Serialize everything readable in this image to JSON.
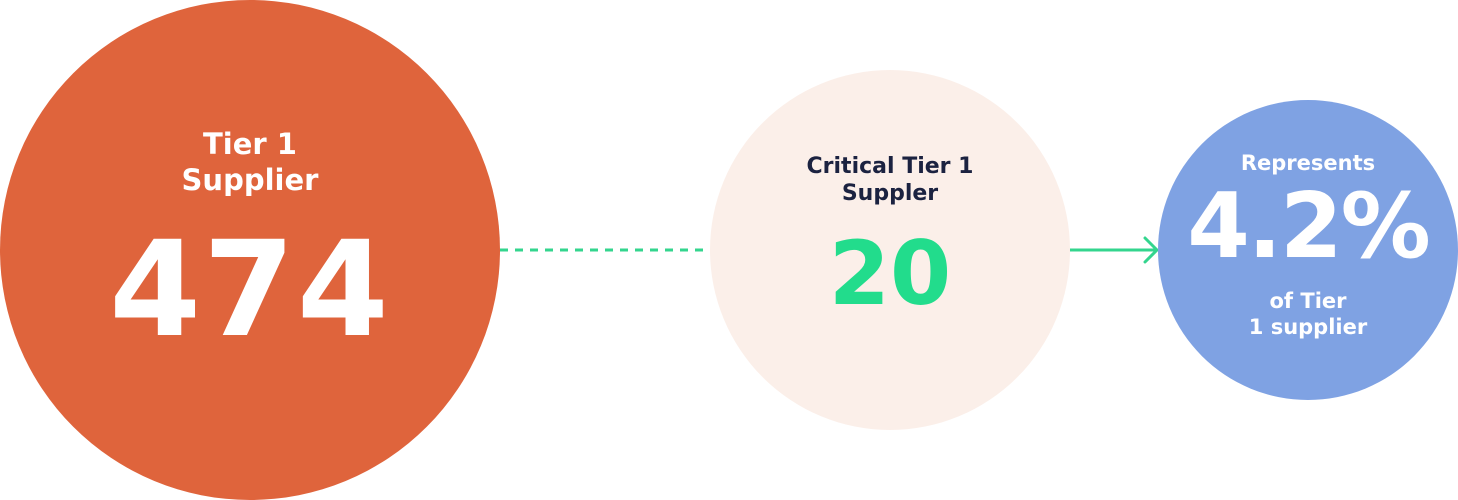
{
  "colors": {
    "tier1_fill": "#df643c",
    "tier1_text": "#ffffff",
    "critical_fill": "#fbefe9",
    "critical_label_text": "#1b2240",
    "critical_value_text": "#22dc8c",
    "percent_fill": "#7fa2e3",
    "percent_text": "#ffffff",
    "connector": "#33d58e"
  },
  "tier1": {
    "label_line1": "Tier 1",
    "label_line2": "Supplier",
    "value": "474"
  },
  "critical": {
    "label_line1": "Critical Tier 1",
    "label_line2": "Suppler",
    "value": "20"
  },
  "share": {
    "top_label": "Represents",
    "value": "4.2%",
    "bottom_line1": "of Tier",
    "bottom_line2": "1 supplier"
  },
  "icons": {
    "connector_dashed": "dashed-connector",
    "connector_arrow": "arrow-right-icon"
  }
}
